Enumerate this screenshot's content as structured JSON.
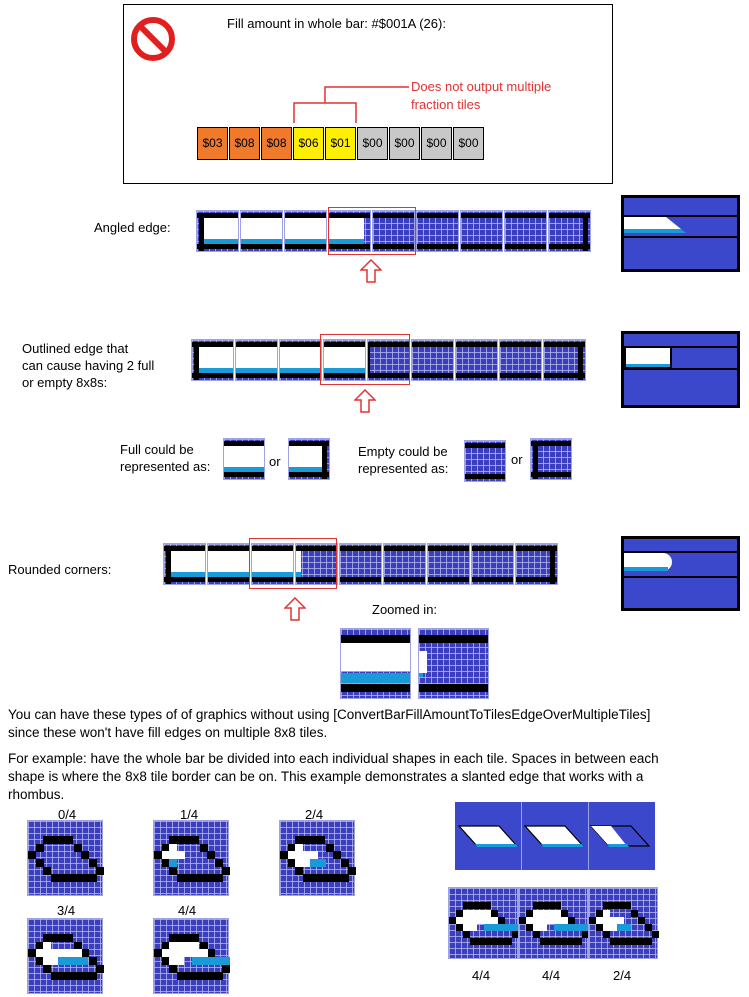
{
  "top_box": {
    "title": "Fill amount in whole bar: #$001A (26):",
    "note_line1": "Does not output multiple",
    "note_line2": "fraction tiles",
    "cells": [
      {
        "label": "$03",
        "color": "#f07a2a"
      },
      {
        "label": "$08",
        "color": "#f07a2a"
      },
      {
        "label": "$08",
        "color": "#f07a2a"
      },
      {
        "label": "$06",
        "color": "#ffef00"
      },
      {
        "label": "$01",
        "color": "#ffef00"
      },
      {
        "label": "$00",
        "color": "#c8c8c8"
      },
      {
        "label": "$00",
        "color": "#c8c8c8"
      },
      {
        "label": "$00",
        "color": "#c8c8c8"
      },
      {
        "label": "$00",
        "color": "#c8c8c8"
      }
    ]
  },
  "angled": {
    "label": "Angled edge:"
  },
  "outlined": {
    "label_l1": "Outlined edge that",
    "label_l2": "can cause having 2 full",
    "label_l3": "or empty 8x8s:",
    "full_l1": "Full could be",
    "full_l2": "represented as:",
    "or1": "or",
    "empty_l1": "Empty could be",
    "empty_l2": "represented  as:",
    "or2": "or"
  },
  "rounded": {
    "label": "Rounded corners:",
    "zoom": "Zoomed in:"
  },
  "para1_l1": "You can have these types of of graphics without using [ConvertBarFillAmountToTilesEdgeOverMultipleTiles]",
  "para1_l2": "since these won't have fill edges on multiple 8x8 tiles.",
  "para2_l1": "For example: have the whole bar be divided into each individual shapes in each tile. Spaces in between each",
  "para2_l2": "shape is where the 8x8 tile border can be on. This example demonstrates a slanted edge that works with a",
  "para2_l3": "rhombus.",
  "rhombus": {
    "labels": [
      "0/4",
      "1/4",
      "2/4",
      "3/4",
      "4/4"
    ],
    "bottom_labels": [
      "4/4",
      "4/4",
      "2/4"
    ]
  },
  "colors": {
    "tile": "#3b3fbf",
    "accent": "#1a9ad6",
    "red": "#e03333"
  }
}
